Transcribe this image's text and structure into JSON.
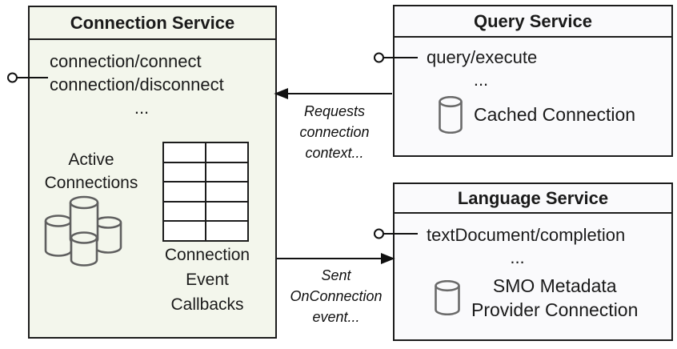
{
  "colors": {
    "connection_box_fill": "#f3f6ec",
    "service_box_fill": "#fafafc",
    "border": "#1c1c1c",
    "cylinder_stroke": "#5f5f5f"
  },
  "connection_service": {
    "title": "Connection Service",
    "method_1": "connection/connect",
    "method_2": "connection/disconnect",
    "ellipsis": "...",
    "active_connections_label": "Active\nConnections",
    "callbacks_label": "Connection\nEvent\nCallbacks"
  },
  "query_service": {
    "title": "Query Service",
    "method_1": "query/execute",
    "ellipsis": "...",
    "cached_connection_label": "Cached Connection"
  },
  "language_service": {
    "title": "Language Service",
    "method_1": "textDocument/completion",
    "ellipsis": "...",
    "smo_label": "SMO Metadata\nProvider Connection"
  },
  "arrows": {
    "requests_label": "Requests\nconnection\ncontext...",
    "sent_label": "Sent\nOnConnection\nevent..."
  }
}
